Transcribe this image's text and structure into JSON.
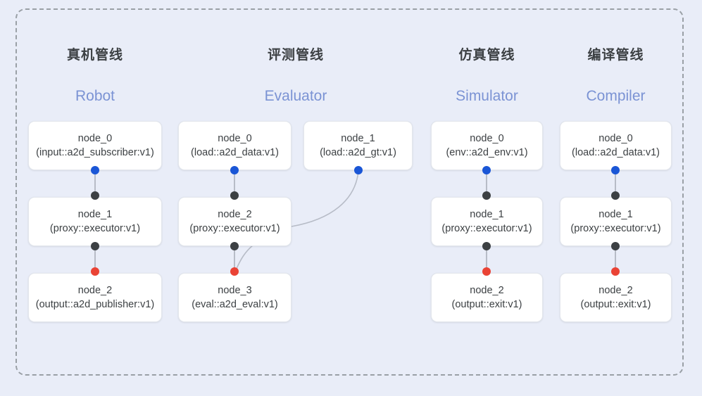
{
  "diagram": {
    "frame_style": "dashed",
    "background_color": "#e9edf8",
    "accent_blue": "#1a56d6",
    "accent_red": "#ea4335",
    "accent_dark": "#3c4043",
    "subtitle_color": "#7b93d4"
  },
  "columns": [
    {
      "id": "robot",
      "title_cn": "真机管线",
      "title_en": "Robot",
      "nodes": [
        {
          "name": "node_0",
          "kind": "(input::a2d_subscriber:v1)"
        },
        {
          "name": "node_1",
          "kind": "(proxy::executor:v1)"
        },
        {
          "name": "node_2",
          "kind": "(output::a2d_publisher:v1)"
        }
      ]
    },
    {
      "id": "evaluator",
      "title_cn": "评测管线",
      "title_en": "Evaluator",
      "nodes": [
        {
          "name": "node_0",
          "kind": "(load::a2d_data:v1)"
        },
        {
          "name": "node_1",
          "kind": "(load::a2d_gt:v1)"
        },
        {
          "name": "node_2",
          "kind": "(proxy::executor:v1)"
        },
        {
          "name": "node_3",
          "kind": "(eval::a2d_eval:v1)"
        }
      ]
    },
    {
      "id": "simulator",
      "title_cn": "仿真管线",
      "title_en": "Simulator",
      "nodes": [
        {
          "name": "node_0",
          "kind": "(env::a2d_env:v1)"
        },
        {
          "name": "node_1",
          "kind": "(proxy::executor:v1)"
        },
        {
          "name": "node_2",
          "kind": "(output::exit:v1)"
        }
      ]
    },
    {
      "id": "compiler",
      "title_cn": "编译管线",
      "title_en": "Compiler",
      "nodes": [
        {
          "name": "node_0",
          "kind": "(load::a2d_data:v1)"
        },
        {
          "name": "node_1",
          "kind": "(proxy::executor:v1)"
        },
        {
          "name": "node_2",
          "kind": "(output::exit:v1)"
        }
      ]
    }
  ]
}
